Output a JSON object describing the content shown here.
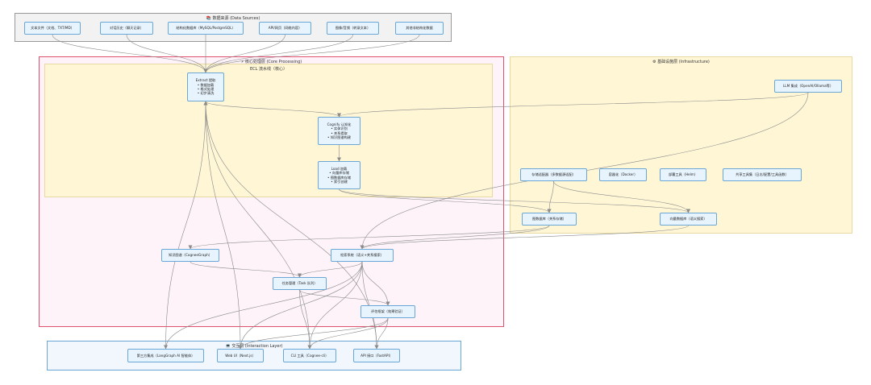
{
  "clusters": {
    "data_sources": {
      "title": "📚 数据来源 (Data Sources)"
    },
    "core": {
      "title": "⚡ 核心处理层 (Core Processing)"
    },
    "ecl": {
      "title": "ECL 流水线（核心）"
    },
    "infra": {
      "title": "⚙ 基础设施层 (Infrastructure)"
    },
    "interaction": {
      "title": "💻 交互层 (Interaction Layer)"
    }
  },
  "nodes": {
    "src_text": {
      "lines": [
        "文本文件（文档、TXT/MD）"
      ]
    },
    "src_chat": {
      "lines": [
        "对话历史（聊天记录）"
      ]
    },
    "src_db": {
      "lines": [
        "结构化数据库（MySQL/PostgreSQL）"
      ]
    },
    "src_api": {
      "lines": [
        "API/网页（网络内容）"
      ]
    },
    "src_media": {
      "lines": [
        "图像/音频（转录文本）"
      ]
    },
    "src_other": {
      "lines": [
        "其他非结构化数据"
      ]
    },
    "extract": {
      "lines": [
        "Extract 提取",
        "• 数据加载",
        "• 格式处理",
        "• 初步清洗"
      ]
    },
    "cognify": {
      "lines": [
        "Cognify 认知化",
        "• 实体识别",
        "• 关系提取",
        "• 知识图谱构建"
      ]
    },
    "load": {
      "lines": [
        "Load 加载",
        "• 向量库存储",
        "• 图数据库存储",
        "• 索引创建"
      ]
    },
    "knowledge_graph": {
      "lines": [
        "知识图谱（CogneeGraph）"
      ]
    },
    "retrieval": {
      "lines": [
        "检索系统（语义+关系搜索）"
      ]
    },
    "task_mgmt": {
      "lines": [
        "任务管理（Task 队列）"
      ]
    },
    "evaluation": {
      "lines": [
        "评估框架（效果验证）"
      ]
    },
    "llm": {
      "lines": [
        "LLM 集成（OpenAI/Ollama等）"
      ]
    },
    "storage_adapter": {
      "lines": [
        "存储适配器（多数据源适配）"
      ]
    },
    "container": {
      "lines": [
        "容器化（Docker）"
      ]
    },
    "deploy": {
      "lines": [
        "部署工具（Helm）"
      ]
    },
    "shared_tools": {
      "lines": [
        "共享工具集（日志/配置/工具函数）"
      ]
    },
    "graph_db": {
      "lines": [
        "图数据库（关系存储）"
      ]
    },
    "vector_db": {
      "lines": [
        "向量数据库（语义搜索）"
      ]
    },
    "third_party": {
      "lines": [
        "第三方集成（LangGraph AI 智能体）"
      ]
    },
    "web_ui": {
      "lines": [
        "Web UI（Next.js）"
      ]
    },
    "cli": {
      "lines": [
        "CLI 工具（Cognee-cli）"
      ]
    },
    "api_server": {
      "lines": [
        "API 接口（FastAPI）"
      ]
    }
  },
  "edges": [
    [
      "src_text",
      "extract"
    ],
    [
      "src_chat",
      "extract"
    ],
    [
      "src_db",
      "extract"
    ],
    [
      "src_api",
      "extract"
    ],
    [
      "src_media",
      "extract"
    ],
    [
      "src_other",
      "extract"
    ],
    [
      "extract",
      "cognify"
    ],
    [
      "cognify",
      "load"
    ],
    [
      "llm",
      "cognify"
    ],
    [
      "load",
      "graph_db"
    ],
    [
      "load",
      "vector_db"
    ],
    [
      "storage_adapter",
      "graph_db"
    ],
    [
      "storage_adapter",
      "vector_db"
    ],
    [
      "graph_db",
      "knowledge_graph"
    ],
    [
      "graph_db",
      "retrieval"
    ],
    [
      "vector_db",
      "retrieval"
    ],
    [
      "llm",
      "retrieval"
    ],
    [
      "retrieval",
      "task_mgmt"
    ],
    [
      "knowledge_graph",
      "task_mgmt"
    ],
    [
      "task_mgmt",
      "evaluation"
    ],
    [
      "retrieval",
      "evaluation"
    ],
    [
      "third_party",
      "extract"
    ],
    [
      "web_ui",
      "extract"
    ],
    [
      "cli",
      "extract"
    ],
    [
      "api_server",
      "extract"
    ],
    [
      "retrieval",
      "third_party"
    ],
    [
      "retrieval",
      "web_ui"
    ],
    [
      "retrieval",
      "cli"
    ],
    [
      "retrieval",
      "api_server"
    ],
    [
      "evaluation",
      "web_ui"
    ],
    [
      "evaluation",
      "cli"
    ],
    [
      "evaluation",
      "api_server"
    ],
    [
      "task_mgmt",
      "cli"
    ]
  ],
  "colors": {
    "data_sources_bg": "#f2f2f2",
    "data_sources_border": "#999999",
    "core_bg": "#fdf3f8",
    "core_border": "#e0506f",
    "ecl_bg": "#fff6d6",
    "ecl_border": "#e8d9a0",
    "infra_bg": "#fff6d6",
    "infra_border": "#e8d9a0",
    "interaction_bg": "#f2f7fd",
    "interaction_border": "#6aa6d6",
    "node_bg": "#e8f4fd",
    "node_border": "#6aa6d6",
    "edge": "#8a8a8a"
  }
}
